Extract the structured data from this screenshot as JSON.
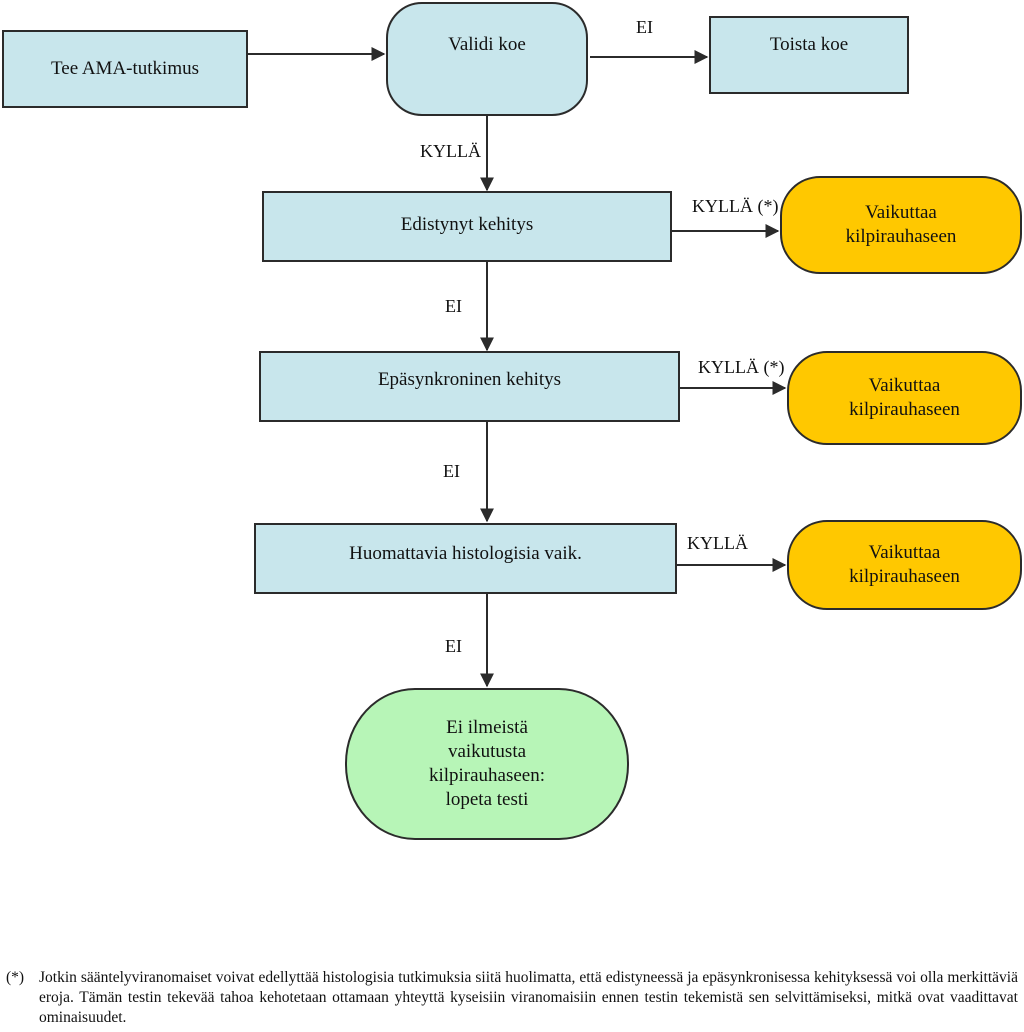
{
  "nodes": {
    "start": "Tee AMA-tutkimus",
    "valid": "Validi koe",
    "repeat": "Toista koe",
    "advanced": "Edistynyt kehitys",
    "async": "Epäsynkroninen kehitys",
    "histo": "Huomattavia histologisia vaik.",
    "effect1": [
      "Vaikuttaa",
      "kilpirauhaseen"
    ],
    "effect2": [
      "Vaikuttaa",
      "kilpirauhaseen"
    ],
    "effect3": [
      "Vaikuttaa",
      "kilpirauhaseen"
    ],
    "final": [
      "Ei ilmeistä",
      "vaikutusta",
      "kilpirauhaseen:",
      "lopeta testi"
    ]
  },
  "edges": {
    "valid_no": "EI",
    "valid_yes": "KYLLÄ",
    "advanced_yes": "KYLLÄ (*)",
    "advanced_no": "EI",
    "async_yes": "KYLLÄ (*)",
    "async_no": "EI",
    "histo_yes": "KYLLÄ",
    "histo_no": "EI"
  },
  "footnote": {
    "mark": "(*)",
    "text": "Jotkin sääntelyviranomaiset voivat edellyttää histologisia tutkimuksia siitä huolimatta, että edistyneessä ja epäsynkronisessa kehityksessä voi olla merkittäviä eroja. Tämän testin tekevää tahoa kehotetaan ottamaan yhteyttä kyseisiin viranomaisiin ennen testin tekemistä sen selvittämiseksi, mitkä ovat vaadittavat ominaisuudet."
  },
  "colors": {
    "process": "#c8e6ec",
    "effect": "#ffc800",
    "final": "#b7f5b7",
    "line": "#2b2b2b"
  }
}
